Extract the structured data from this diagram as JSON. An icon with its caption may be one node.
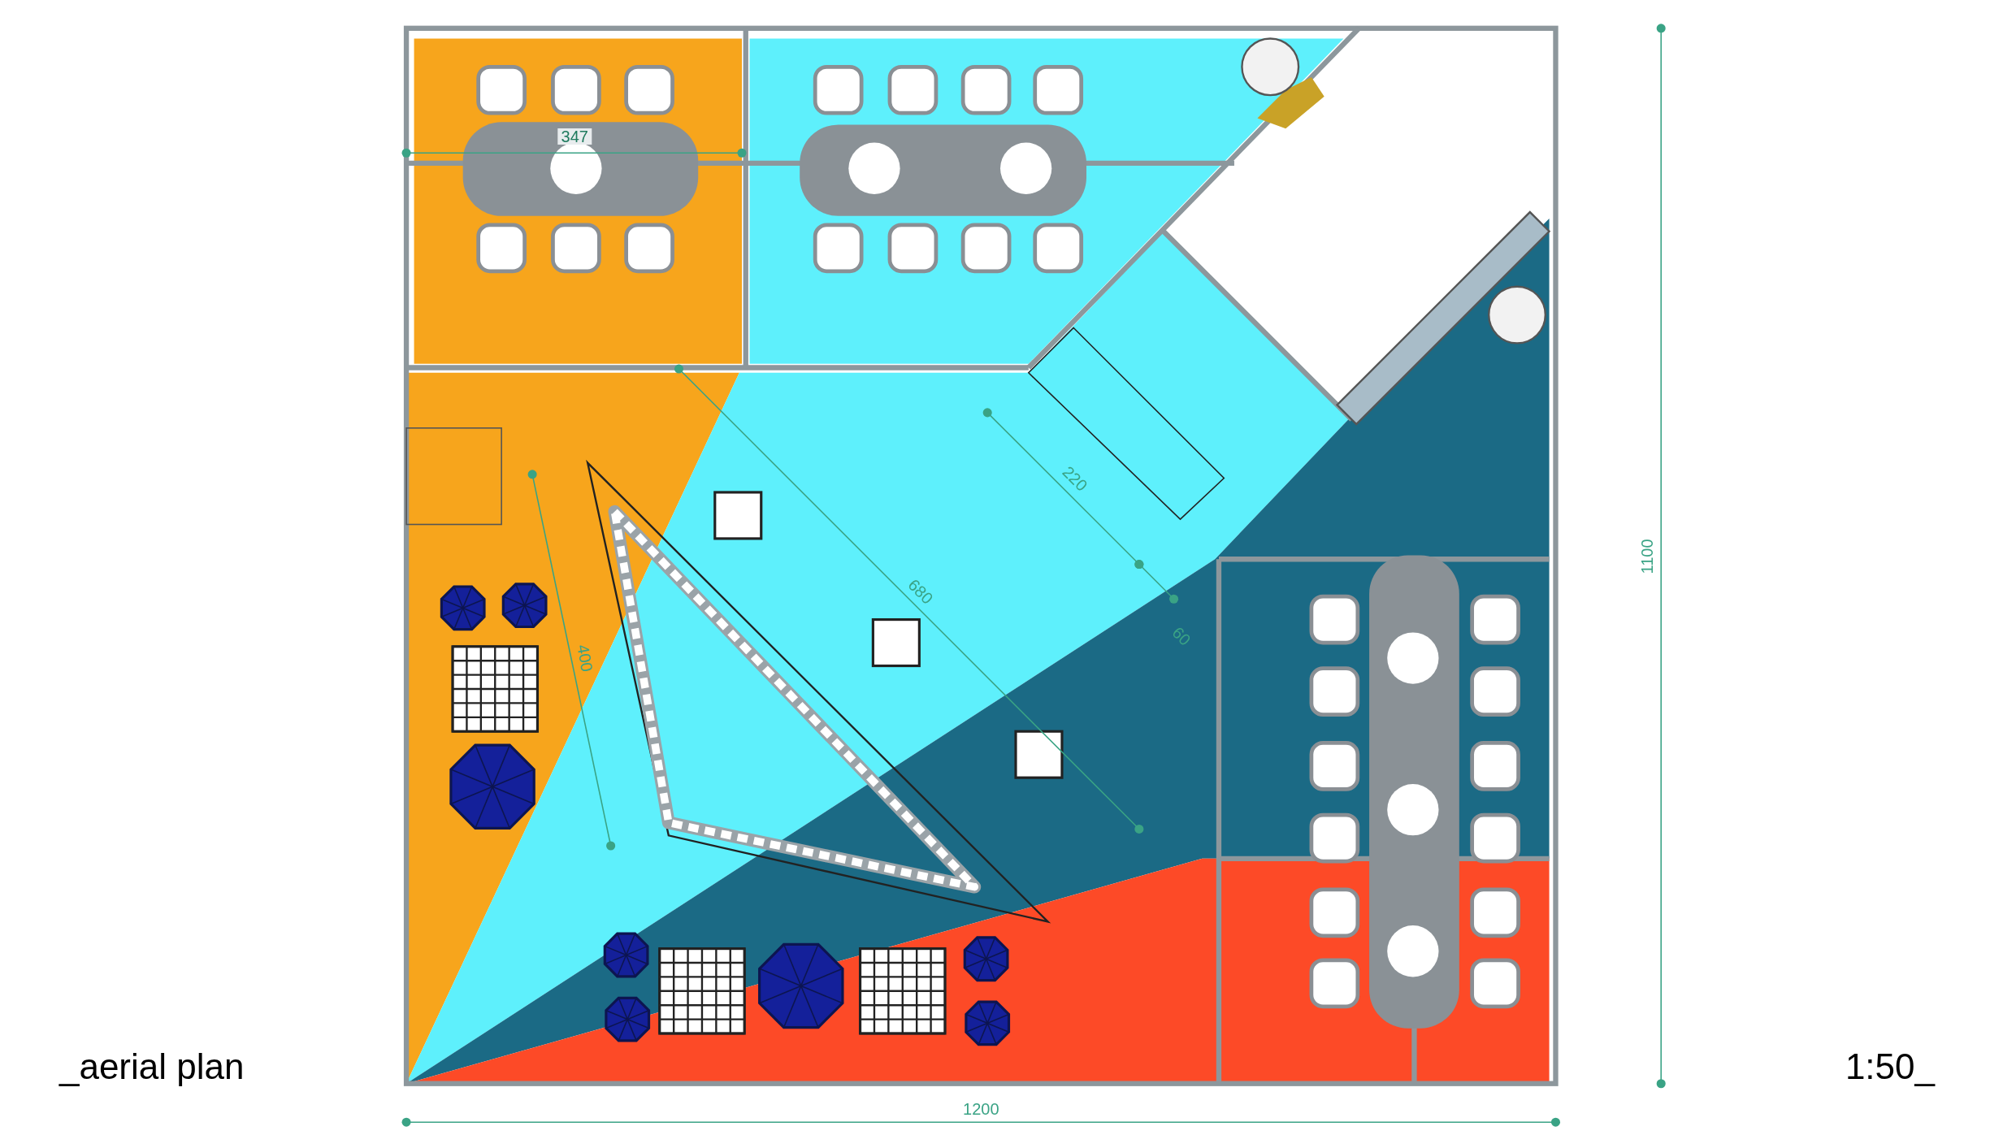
{
  "diagram": {
    "labels": [
      "347",
      "220",
      "680",
      "60",
      "400",
      "1100",
      "_aerial plan",
      "1200",
      "1:50_"
    ]
  }
}
